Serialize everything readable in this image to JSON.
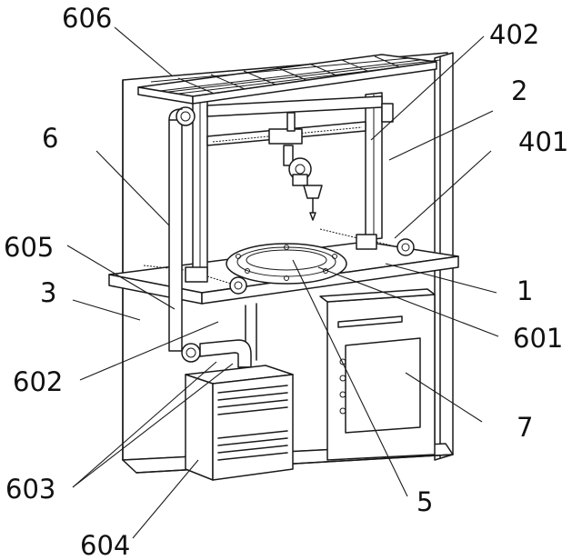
{
  "labels": {
    "l606": "606",
    "l402": "402",
    "l2": "2",
    "l6": "6",
    "l401": "401",
    "l605": "605",
    "l3": "3",
    "l1": "1",
    "l601": "601",
    "l602": "602",
    "l7": "7",
    "l603": "603",
    "l5": "5",
    "l604": "604"
  },
  "colors": {
    "ink": "#1a1a1a",
    "paper": "#ffffff"
  }
}
